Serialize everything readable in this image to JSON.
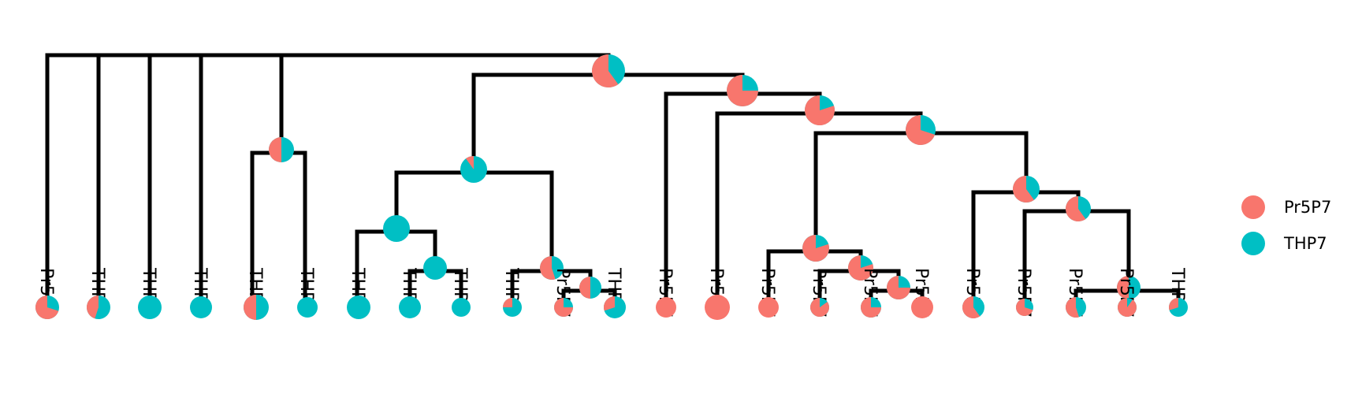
{
  "colors": {
    "Pr5P7": "#F8766D",
    "THP7": "#00BFC4",
    "edge": "#000000"
  },
  "legend": {
    "items": [
      {
        "key": "Pr5P7",
        "label": "Pr5P7"
      },
      {
        "key": "THP7",
        "label": "THP7"
      }
    ]
  },
  "tree": {
    "leaves": [
      {
        "label": "Pr5P7",
        "share": 0.7,
        "size": 15
      },
      {
        "label": "THP7",
        "share": 0.45,
        "size": 15
      },
      {
        "label": "THP7",
        "share": 0.0,
        "size": 15
      },
      {
        "label": "THP7",
        "share": 0.0,
        "size": 14
      },
      {
        "label": "THP7",
        "share": 0.5,
        "size": 16
      },
      {
        "label": "THP7",
        "share": 0.0,
        "size": 13
      },
      {
        "label": "THP7",
        "share": 0.0,
        "size": 15
      },
      {
        "label": "THP7",
        "share": 0.0,
        "size": 14
      },
      {
        "label": "THP7",
        "share": 0.0,
        "size": 12
      },
      {
        "label": "THP7",
        "share": 0.25,
        "size": 12
      },
      {
        "label": "Pr5P7",
        "share": 0.75,
        "size": 12
      },
      {
        "label": "THP7",
        "share": 0.3,
        "size": 14
      },
      {
        "label": "Pr5P7",
        "share": 1.0,
        "size": 13
      },
      {
        "label": "Pr5P7",
        "share": 1.0,
        "size": 16
      },
      {
        "label": "Pr5P7",
        "share": 1.0,
        "size": 13
      },
      {
        "label": "Pr5P7",
        "share": 0.85,
        "size": 12
      },
      {
        "label": "Pr5P7",
        "share": 0.75,
        "size": 13
      },
      {
        "label": "Pr5P7",
        "share": 1.0,
        "size": 14
      },
      {
        "label": "Pr5P7",
        "share": 0.6,
        "size": 14
      },
      {
        "label": "Pr5P7",
        "share": 0.7,
        "size": 11
      },
      {
        "label": "Pr5P7",
        "share": 0.55,
        "size": 13
      },
      {
        "label": "Pr5P7",
        "share": 0.9,
        "size": 12
      },
      {
        "label": "THP7",
        "share": 0.3,
        "size": 12
      }
    ],
    "internal_nodes": [
      {
        "id": "root",
        "children": [
          "l0",
          "l1",
          "l2",
          "l3",
          "l4",
          "n1",
          "n2"
        ],
        "share": 0.6,
        "size": 21
      },
      {
        "id": "n1",
        "children": [
          "n3",
          "n4"
        ],
        "share": 0.5,
        "size": 16
      },
      {
        "id": "n3",
        "children": [
          "l5"
        ],
        "share": 0.0,
        "size": 15
      },
      {
        "id": "n4",
        "children": [
          "l6"
        ],
        "share": 0.5,
        "size": 16
      },
      {
        "id": "n2",
        "children": [
          "n5",
          "n6"
        ],
        "share": 0.1,
        "size": 17
      },
      {
        "id": "n5",
        "children": [
          "l7",
          "n7"
        ],
        "share": 0.0,
        "size": 17
      },
      {
        "id": "n7",
        "children": [
          "l8",
          "l9"
        ],
        "share": 0.0,
        "size": 15
      },
      {
        "id": "n6",
        "children": [
          "l10",
          "n8"
        ],
        "share": 0.55,
        "size": 15
      },
      {
        "id": "n8",
        "children": [
          "l11",
          "l12"
        ],
        "share": 0.5,
        "size": 14
      },
      {
        "id": "n9",
        "children": [
          "l13",
          "n10"
        ],
        "share": 0.75,
        "size": 20
      },
      {
        "id": "n10",
        "children": [
          "l14",
          "n11"
        ],
        "share": 0.8,
        "size": 19
      },
      {
        "id": "n11",
        "children": [
          "n12",
          "n13"
        ],
        "share": 0.7,
        "size": 19
      },
      {
        "id": "n12",
        "children": [
          "l15",
          "n14"
        ],
        "share": 0.8,
        "size": 17
      },
      {
        "id": "n14",
        "children": [
          "l16",
          "n15"
        ],
        "share": 0.8,
        "size": 16
      },
      {
        "id": "n15",
        "children": [
          "l17",
          "l18"
        ],
        "share": 0.75,
        "size": 15
      },
      {
        "id": "n13",
        "children": [
          "l19",
          "n16"
        ],
        "share": 0.6,
        "size": 17
      },
      {
        "id": "n16",
        "children": [
          "l20",
          "n17"
        ],
        "share": 0.6,
        "size": 16
      },
      {
        "id": "n17",
        "children": [
          "l21",
          "n18"
        ],
        "share": 0.5,
        "size": 15
      },
      {
        "id": "n18",
        "children": [
          "l22"
        ],
        "share": 0.5,
        "size": 15
      }
    ]
  }
}
